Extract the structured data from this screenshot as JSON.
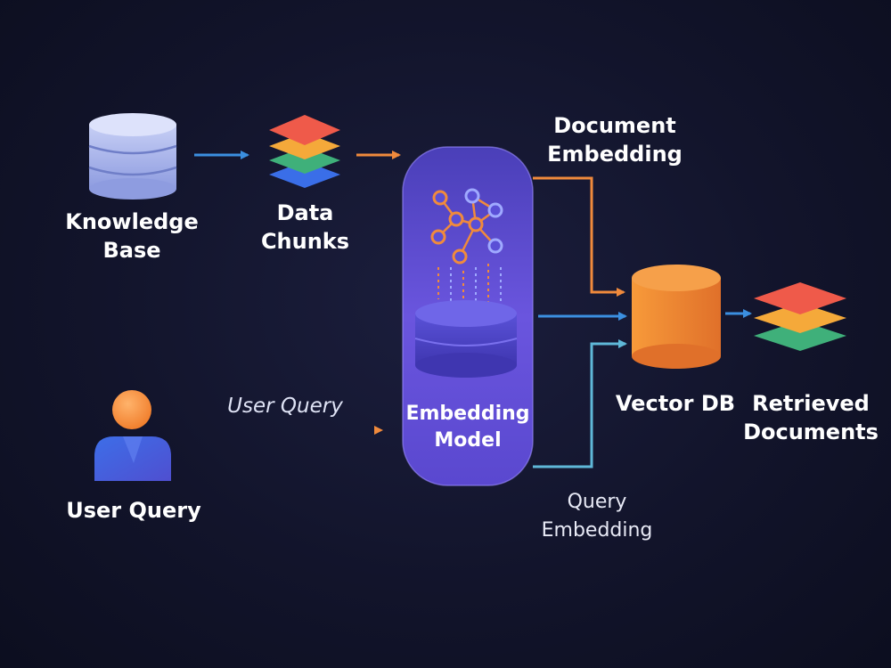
{
  "nodes": {
    "knowledge_base": {
      "line1": "Knowledge",
      "line2": "Base"
    },
    "data_chunks": {
      "line1": "Data",
      "line2": "Chunks"
    },
    "embedding_model": {
      "line1": "Embedding",
      "line2": "Model"
    },
    "vector_db": {
      "label": "Vector DB"
    },
    "retrieved_documents": {
      "line1": "Retrieved",
      "line2": "Documents"
    },
    "user_query": {
      "label": "User Query"
    }
  },
  "edges": {
    "document_embedding": {
      "line1": "Document",
      "line2": "Embedding"
    },
    "user_query_arrow": {
      "label": "User Query"
    },
    "query_embedding": {
      "line1": "Query",
      "line2": "Embedding"
    }
  },
  "colors": {
    "background": "#12142b",
    "blue_arrow": "#3b8fe0",
    "orange_arrow": "#f08a3c",
    "teal_arrow": "#5fb8d8",
    "model_purple": "#5a4fd6",
    "db_orange": "#f2862f"
  }
}
